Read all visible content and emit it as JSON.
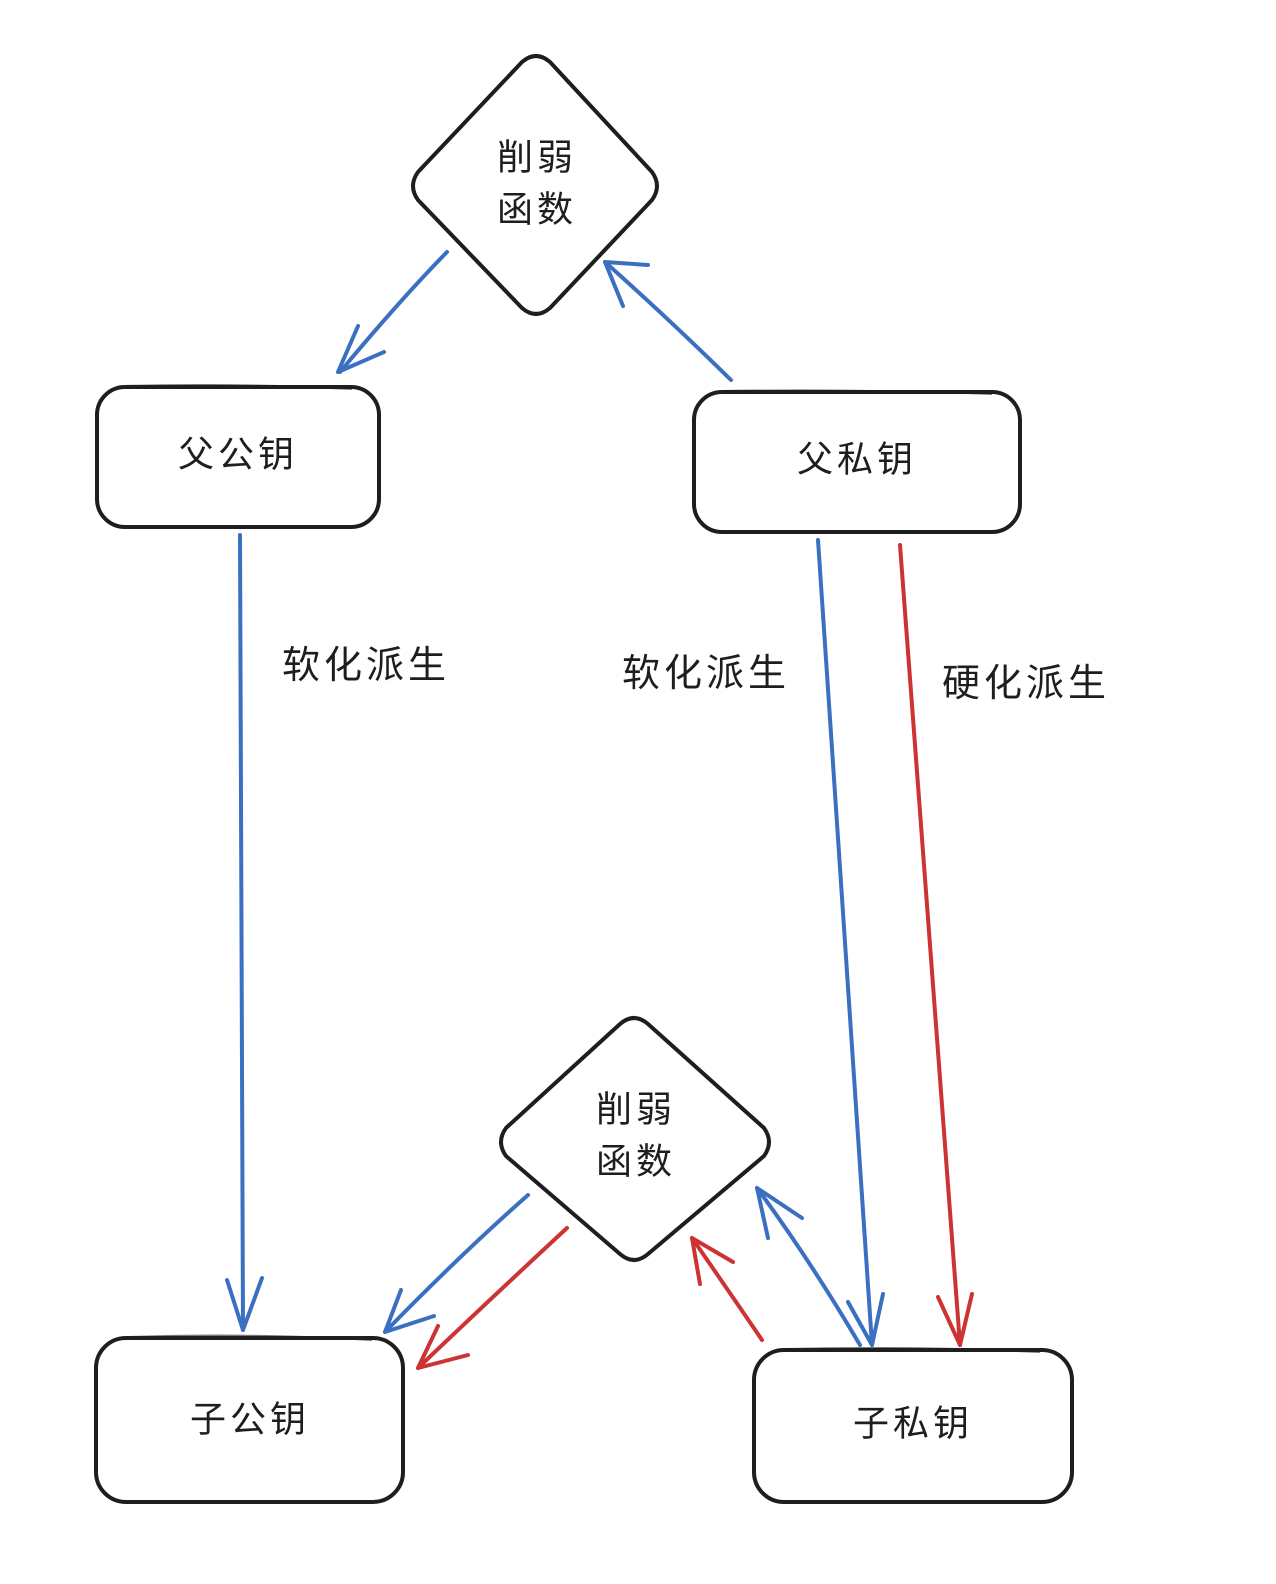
{
  "colors": {
    "soft_derivation": "#3a6fc1",
    "hard_derivation": "#cc3333",
    "stroke": "#1e1e1e",
    "background": "#ffffff"
  },
  "nodes": {
    "weaken_fn_top": {
      "line1": "削弱",
      "line2": "函数"
    },
    "parent_public_key": {
      "label": "父公钥"
    },
    "parent_private_key": {
      "label": "父私钥"
    },
    "weaken_fn_bottom": {
      "line1": "削弱",
      "line2": "函数"
    },
    "child_public_key": {
      "label": "子公钥"
    },
    "child_private_key": {
      "label": "子私钥"
    }
  },
  "edge_labels": {
    "soft_left": "软化派生",
    "soft_right": "软化派生",
    "hard_right": "硬化派生"
  }
}
